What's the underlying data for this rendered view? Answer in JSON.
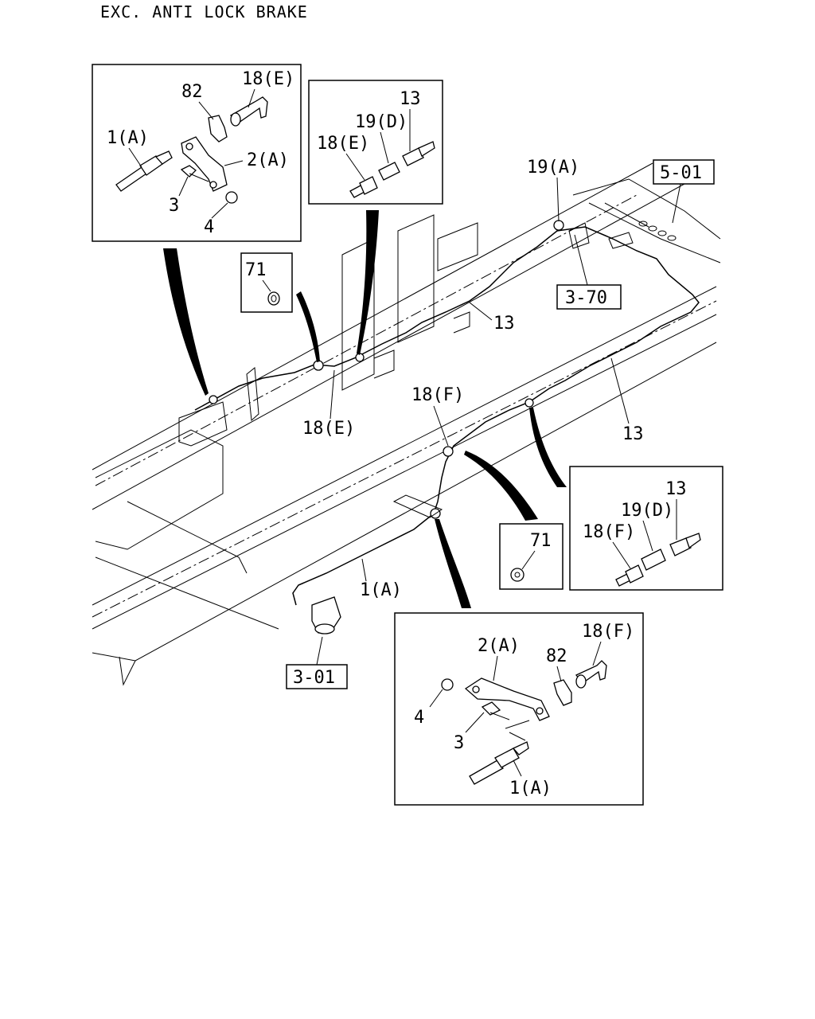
{
  "title": "EXC. ANTI LOCK BRAKE",
  "ref_boxes": {
    "ref_5_01": "5-01",
    "ref_3_70": "3-70",
    "ref_3_01": "3-01"
  },
  "inset_top_left": {
    "label_82": "82",
    "label_18e": "18(E)",
    "label_1a": "1(A)",
    "label_2a": "2(A)",
    "label_3": "3",
    "label_4": "4"
  },
  "inset_top_middle": {
    "label_13": "13",
    "label_19d": "19(D)",
    "label_18e": "18(E)"
  },
  "inset_71_upper": {
    "label_71": "71"
  },
  "inset_71_lower": {
    "label_71": "71"
  },
  "inset_mid_right": {
    "label_13": "13",
    "label_19d": "19(D)",
    "label_18f": "18(F)"
  },
  "inset_bottom": {
    "label_18f": "18(F)",
    "label_2a": "2(A)",
    "label_82": "82",
    "label_4": "4",
    "label_3": "3",
    "label_1a": "1(A)"
  },
  "main": {
    "label_19a": "19(A)",
    "label_13_upper": "13",
    "label_18e": "18(E)",
    "label_18f": "18(F)",
    "label_13_lower": "13",
    "label_1a": "1(A)"
  }
}
